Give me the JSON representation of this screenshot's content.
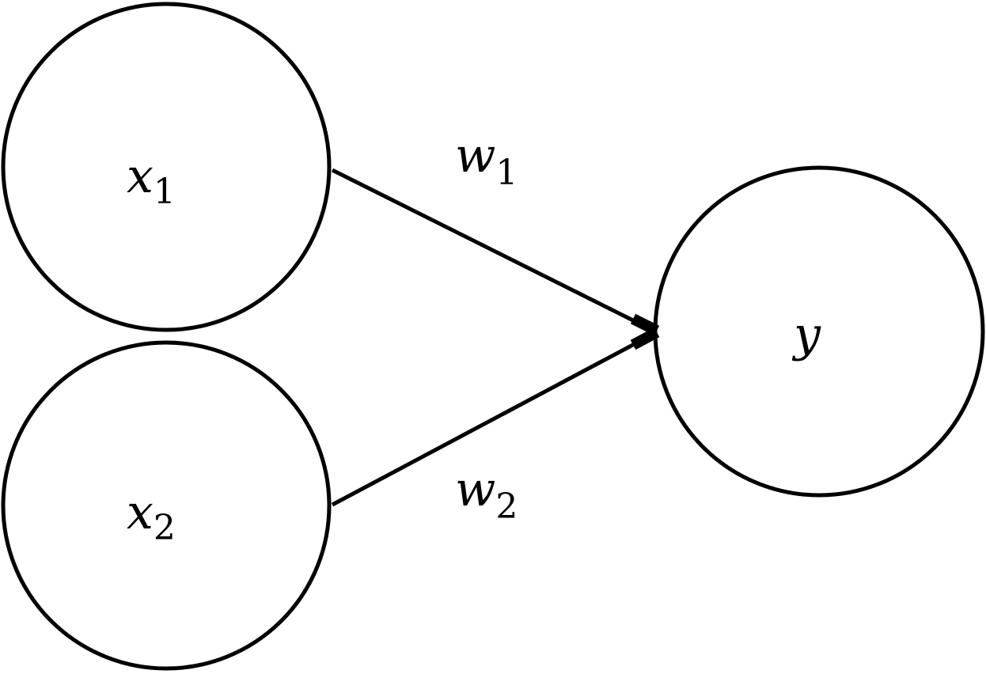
{
  "nodes": {
    "x1": {
      "label": "x",
      "subscript": "1"
    },
    "x2": {
      "label": "x",
      "subscript": "2"
    },
    "y": {
      "label": "y"
    }
  },
  "edges": {
    "w1": {
      "label": "w",
      "subscript": "1"
    },
    "w2": {
      "label": "w",
      "subscript": "2"
    }
  }
}
